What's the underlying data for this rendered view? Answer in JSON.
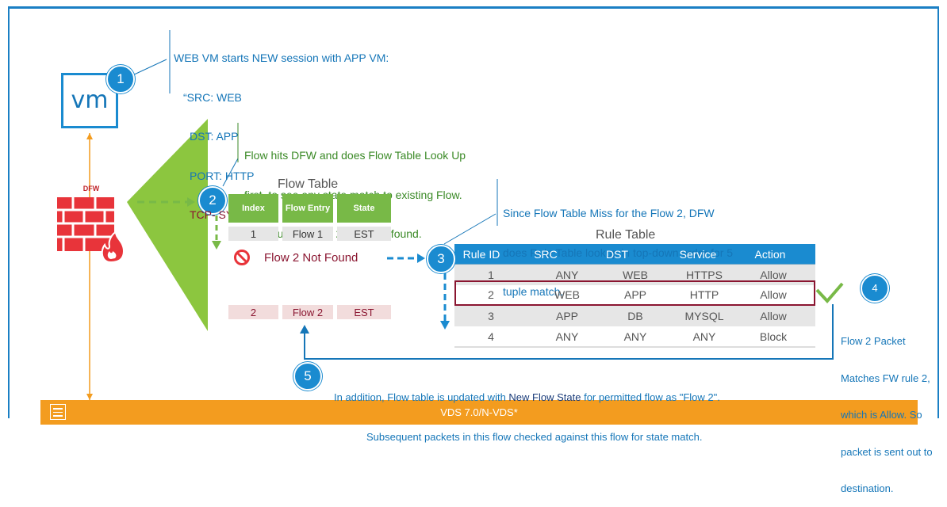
{
  "notes": {
    "step1": "WEB VM starts NEW session with APP VM:",
    "step1_src": "“SRC: WEB",
    "step1_dst": "DST: APP",
    "step1_port": "PORT: HTTP",
    "step1_tcp": "TCP- SYN”",
    "step2_line1": "Flow hits DFW and does Flow Table Look Up",
    "step2_line2": "first, to see any state match to existing Flow.",
    "step2_line3": "-> Results in Flow 2 state not found.",
    "step3_line1": "Since Flow Table Miss for the Flow 2, DFW",
    "step3_line2": "does Rule Table lookup in top-down order for 5",
    "step3_line3": "tuple match.",
    "step4_line1": "Flow 2 Packet",
    "step4_line2": "Matches FW rule 2,",
    "step4_line3": "which is Allow. So",
    "step4_line4": "packet is sent out to",
    "step4_line5": "destination.",
    "step5_line1a": "In addition, Flow table is updated with ",
    "step5_line1b": "New Flow State",
    "step5_line1c": " for permitted flow as \"Flow 2\".",
    "step5_line2": "Subsequent packets in this flow checked against this flow for state match."
  },
  "badges": [
    "1",
    "2",
    "3",
    "4",
    "5"
  ],
  "vm_label": "vm",
  "dfw_label": "DFW",
  "flow_table": {
    "title": "Flow Table",
    "headers": [
      "Index",
      "Flow Entry",
      "State"
    ],
    "row1": [
      "1",
      "Flow 1",
      "EST"
    ],
    "not_found": "Flow 2 Not Found",
    "row2": [
      "2",
      "Flow 2",
      "EST"
    ]
  },
  "rule_table": {
    "title": "Rule Table",
    "headers": [
      "Rule ID",
      "SRC",
      "DST",
      "Service",
      "Action"
    ],
    "rows": [
      [
        "1",
        "ANY",
        "WEB",
        "HTTPS",
        "Allow"
      ],
      [
        "2",
        "WEB",
        "APP",
        "HTTP",
        "Allow"
      ],
      [
        "3",
        "APP",
        "DB",
        "MYSQL",
        "Allow"
      ],
      [
        "4",
        "ANY",
        "ANY",
        "ANY",
        "Block"
      ]
    ]
  },
  "vds_label": "VDS 7.0/N-VDS*",
  "colors": {
    "accent_blue": "#1a8bd0",
    "green": "#78b947",
    "orange": "#f39c1f",
    "maroon": "#8a1530",
    "firewall_red": "#e8343a"
  }
}
